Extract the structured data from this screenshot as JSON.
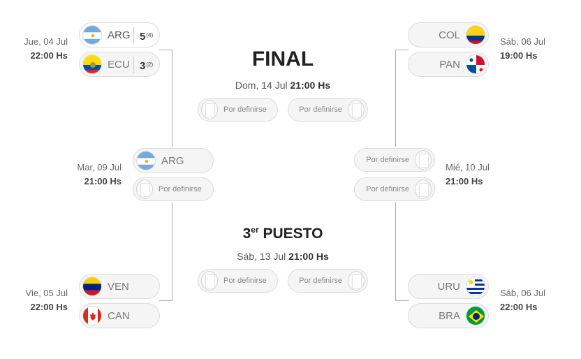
{
  "bracket": {
    "qf1": {
      "date": "Jue, 04 Jul",
      "time": "22:00 Hs",
      "team1": {
        "code": "ARG",
        "score": "5",
        "pen": "(4)"
      },
      "team2": {
        "code": "ECU",
        "score": "3",
        "pen": "(2)"
      }
    },
    "qf2": {
      "date": "Vie, 05 Jul",
      "time": "22:00 Hs",
      "team1": {
        "code": "VEN"
      },
      "team2": {
        "code": "CAN"
      }
    },
    "qf3": {
      "date": "Sáb, 06 Jul",
      "time": "19:00 Hs",
      "team1": {
        "code": "COL"
      },
      "team2": {
        "code": "PAN"
      }
    },
    "qf4": {
      "date": "Sáb, 06 Jul",
      "time": "22:00 Hs",
      "team1": {
        "code": "URU"
      },
      "team2": {
        "code": "BRA"
      }
    },
    "sf1": {
      "date": "Mar, 09 Jul",
      "time": "21:00 Hs",
      "team1": {
        "code": "ARG"
      },
      "team2": {
        "code": "Por definirse"
      }
    },
    "sf2": {
      "date": "Mié, 10 Jul",
      "time": "21:00 Hs",
      "team1": {
        "code": "Por definirse"
      },
      "team2": {
        "code": "Por definirse"
      }
    },
    "final": {
      "title": "FINAL",
      "date": "Dom, 14 Jul",
      "time": "21:00 Hs",
      "team1": "Por definirse",
      "team2": "Por definirse"
    },
    "third": {
      "title_main": "3",
      "title_sup": "er",
      "title_rest": " PUESTO",
      "date": "Sáb, 13 Jul",
      "time": "21:00 Hs",
      "team1": "Por definirse",
      "team2": "Por definirse"
    }
  },
  "colors": {
    "line": "#aaaaaa",
    "pill_border": "#dcdcdc",
    "pill_bg": "#f5f5f5",
    "title": "#222222"
  }
}
